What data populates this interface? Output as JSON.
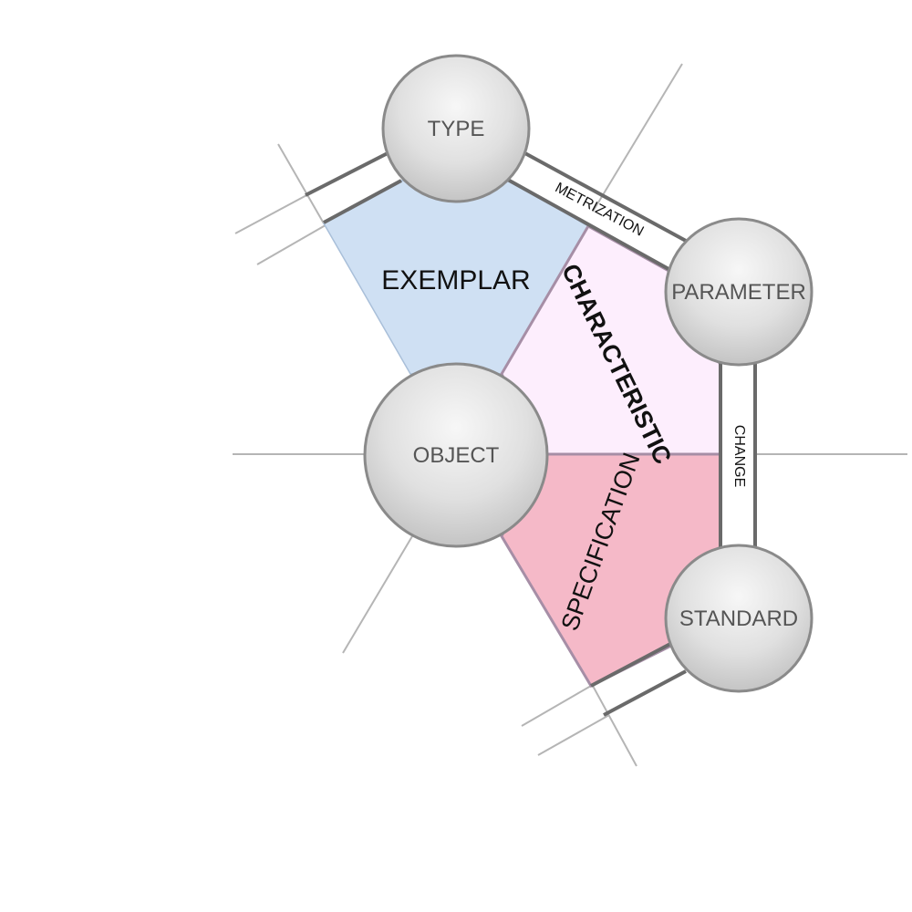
{
  "nodes": {
    "type": "TYPE",
    "parameter": "PARAMETER",
    "object": "OBJECT",
    "standard": "STANDARD"
  },
  "regions": {
    "exemplar": "EXEMPLAR",
    "characteristic": "CHARACTERISTIC",
    "specification": "SPECIFICATION"
  },
  "edges": {
    "metrization": "METRIZATION",
    "change": "CHANGE"
  },
  "colors": {
    "exemplar_fill": "#cfe0f3",
    "characteristic_fill": "#fdeefd",
    "specification_fill": "#f5b9c8",
    "node_fill": "#e2e2e2",
    "node_stroke": "#8a8a8a",
    "line": "#6a6a6a",
    "faint_line": "#b8b8b8"
  }
}
